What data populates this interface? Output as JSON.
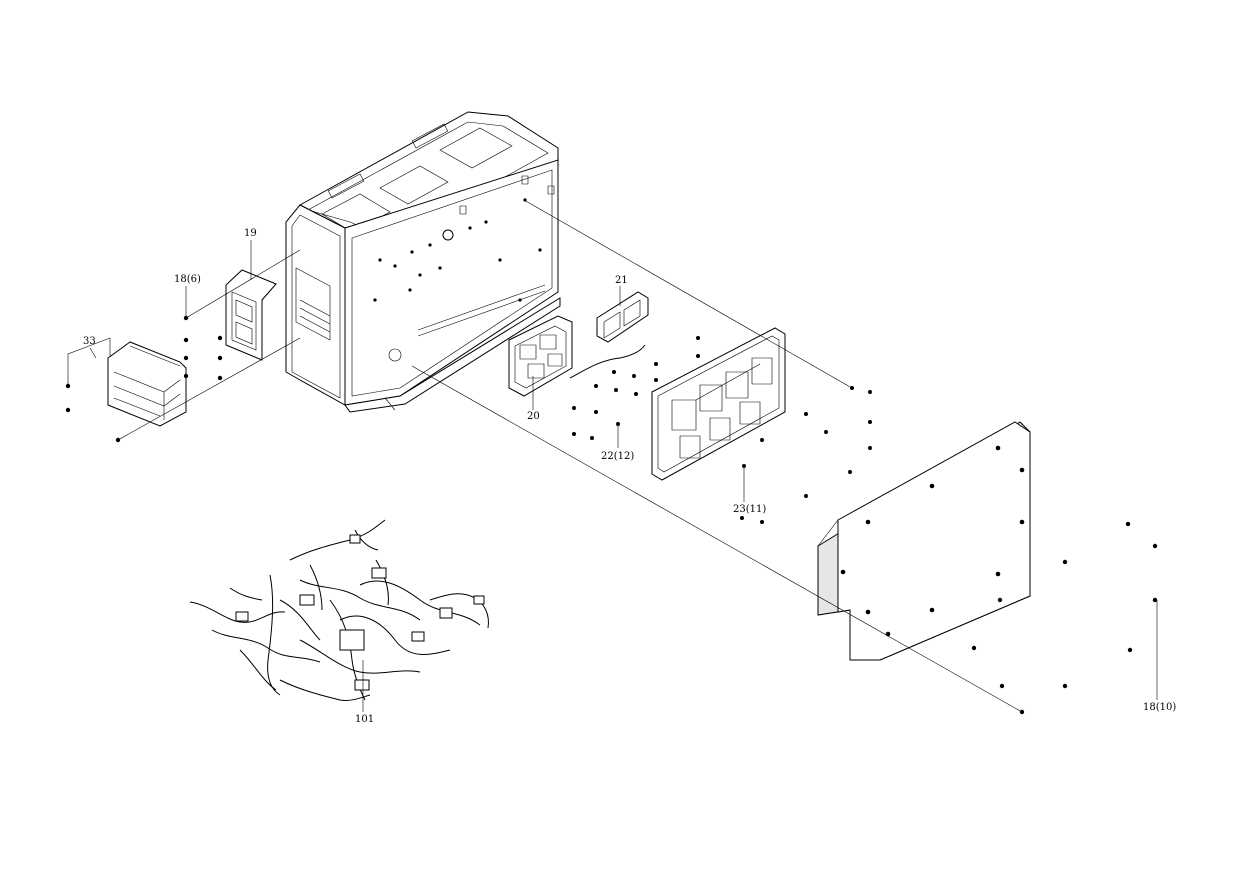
{
  "diagram": {
    "callouts": {
      "p19": "19",
      "p18_6": "18(6)",
      "p33": "33",
      "p21": "21",
      "p20": "20",
      "p22_12": "22(12)",
      "p23_11": "23(11)",
      "p101": "101",
      "p18_10": "18(10)"
    }
  },
  "colors": {
    "line": "#000000",
    "background": "#ffffff",
    "panel_shade": "#e6e6e6"
  }
}
